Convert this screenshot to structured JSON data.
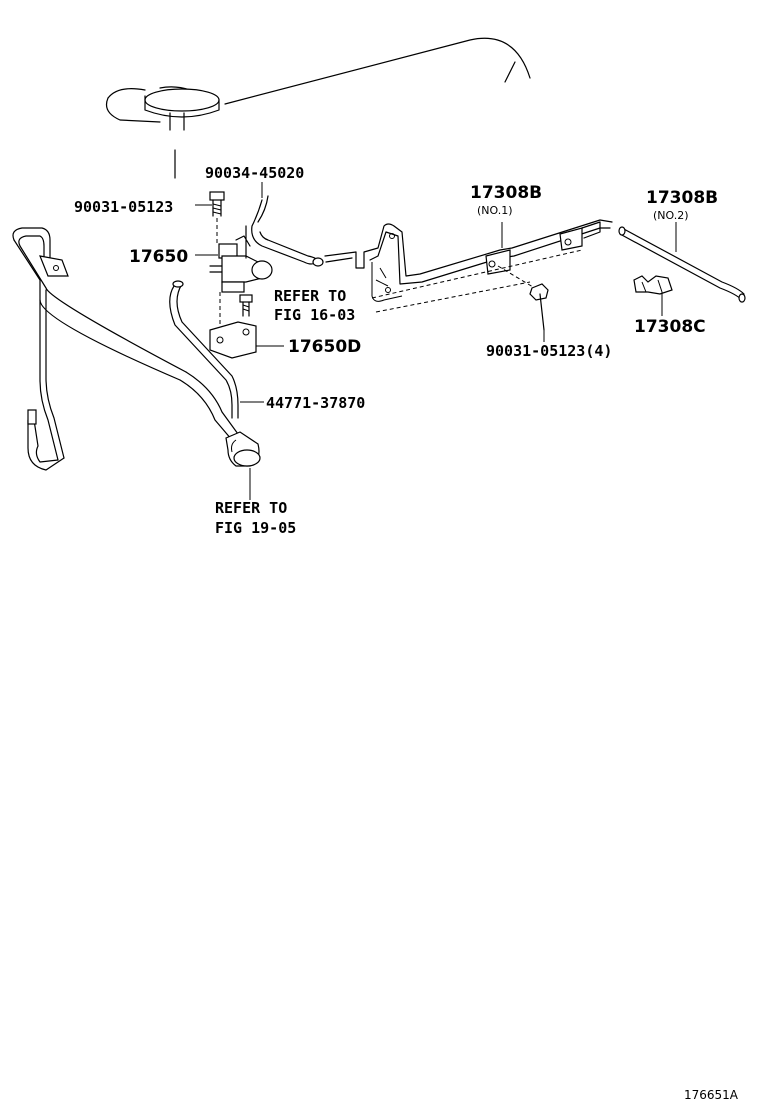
{
  "labels": {
    "bolt_top": "90031-05123",
    "hose_top": "90034-45020",
    "valve": "17650",
    "refer_1_line1": "REFER TO",
    "refer_1_line2": "FIG 16-03",
    "bracket": "17650D",
    "hose_main": "44771-37870",
    "refer_2_line1": "REFER TO",
    "refer_2_line2": "FIG 19-05",
    "pipe_no1": "17308B",
    "pipe_no1_sub": "(NO.1)",
    "pipe_no2": "17308B",
    "pipe_no2_sub": "(NO.2)",
    "clamp": "17308C",
    "bolt_qty": "90031-05123(4)",
    "figure_id": "176651A"
  }
}
